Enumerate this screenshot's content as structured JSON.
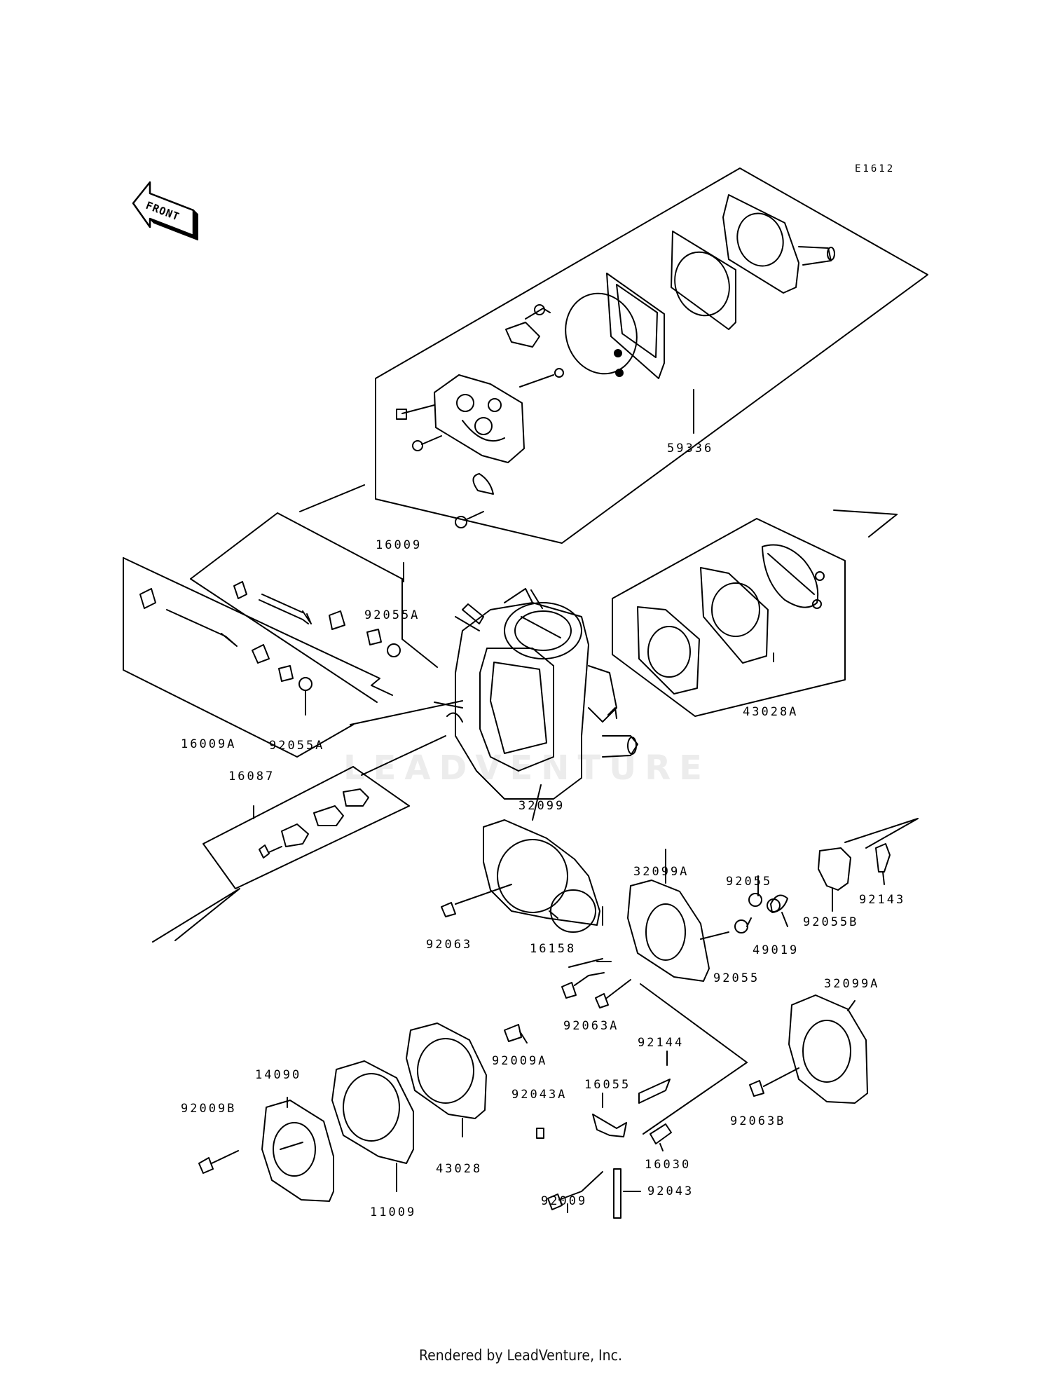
{
  "diagram_code": "E1612",
  "front_label": "FRONT",
  "watermark": "LEADVENTURE",
  "footer": "Rendered by LeadVenture, Inc.",
  "parts": [
    {
      "id": "p59336",
      "number": "59336"
    },
    {
      "id": "p16009",
      "number": "16009"
    },
    {
      "id": "p92055A_1",
      "number": "92055A"
    },
    {
      "id": "p92055A_2",
      "number": "92055A"
    },
    {
      "id": "p16009A",
      "number": "16009A"
    },
    {
      "id": "p43028A",
      "number": "43028A"
    },
    {
      "id": "p16087",
      "number": "16087"
    },
    {
      "id": "p32099",
      "number": "32099"
    },
    {
      "id": "p32099A_1",
      "number": "32099A"
    },
    {
      "id": "p92055_1",
      "number": "92055"
    },
    {
      "id": "p92143",
      "number": "92143"
    },
    {
      "id": "p92055B",
      "number": "92055B"
    },
    {
      "id": "p49019",
      "number": "49019"
    },
    {
      "id": "p92063",
      "number": "92063"
    },
    {
      "id": "p16158",
      "number": "16158"
    },
    {
      "id": "p92055_2",
      "number": "92055"
    },
    {
      "id": "p92063A",
      "number": "92063A"
    },
    {
      "id": "p32099A_2",
      "number": "32099A"
    },
    {
      "id": "p92009A",
      "number": "92009A"
    },
    {
      "id": "p92144",
      "number": "92144"
    },
    {
      "id": "p14090",
      "number": "14090"
    },
    {
      "id": "p92009B",
      "number": "92009B"
    },
    {
      "id": "p92043A",
      "number": "92043A"
    },
    {
      "id": "p16055",
      "number": "16055"
    },
    {
      "id": "p92063B",
      "number": "92063B"
    },
    {
      "id": "p43028",
      "number": "43028"
    },
    {
      "id": "p16030",
      "number": "16030"
    },
    {
      "id": "p11009",
      "number": "11009"
    },
    {
      "id": "p92009",
      "number": "92009"
    },
    {
      "id": "p92043",
      "number": "92043"
    }
  ]
}
